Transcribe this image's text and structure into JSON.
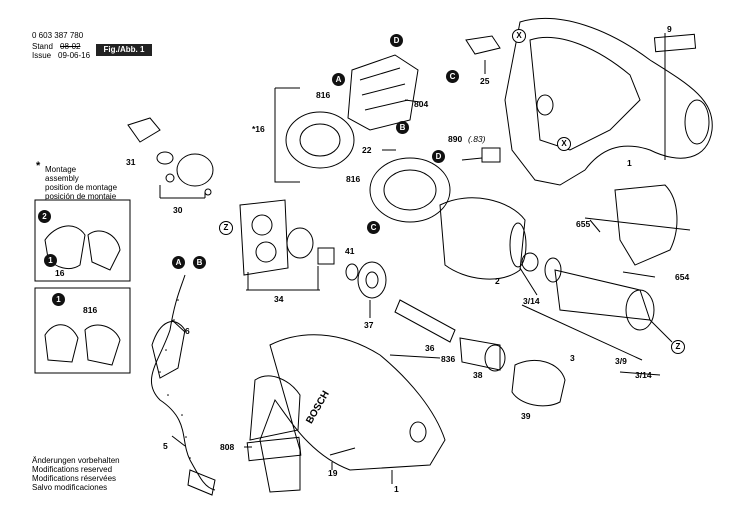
{
  "header": {
    "part_number": "0 603 387 780",
    "stand_label": "Stand",
    "stand_value": "08-02",
    "issue_label": "Issue",
    "issue_value": "09-06-16",
    "figure_label": "Fig./Abb. 1"
  },
  "assembly_note": {
    "symbol": "*",
    "lines": [
      "Montage",
      "assembly",
      "position de montage",
      "posición de montaje"
    ]
  },
  "footer": {
    "lines": [
      "Änderungen vorbehalten",
      "Modifications reserved",
      "Modifications réservées",
      "Salvo modificaciones"
    ]
  },
  "markers": {
    "A": "A",
    "B": "B",
    "C": "C",
    "D": "D",
    "X": "X",
    "Z": "Z",
    "n1": "1",
    "n2": "2"
  },
  "parts": {
    "p9": "9",
    "p25": "25",
    "p804": "804",
    "p816a": "816",
    "p16": "16",
    "star16": "*16",
    "p816b": "816",
    "p22": "22",
    "p890": "890",
    "p890b": "(.83)",
    "p31": "31",
    "p30": "30",
    "p655": "655",
    "p654": "654",
    "p34": "34",
    "p41": "41",
    "p2": "2",
    "p3_14a": "3/14",
    "p37": "37",
    "p36": "36",
    "p836": "836",
    "p38": "38",
    "p3": "3",
    "p3_9": "3/9",
    "p3_14b": "3/14",
    "p39": "39",
    "p6": "6",
    "p5": "5",
    "p808": "808",
    "p1a": "1",
    "p1b": "1",
    "p19": "19",
    "p16b": "16",
    "p816c": "816"
  },
  "brand_mark": "BOSCH"
}
